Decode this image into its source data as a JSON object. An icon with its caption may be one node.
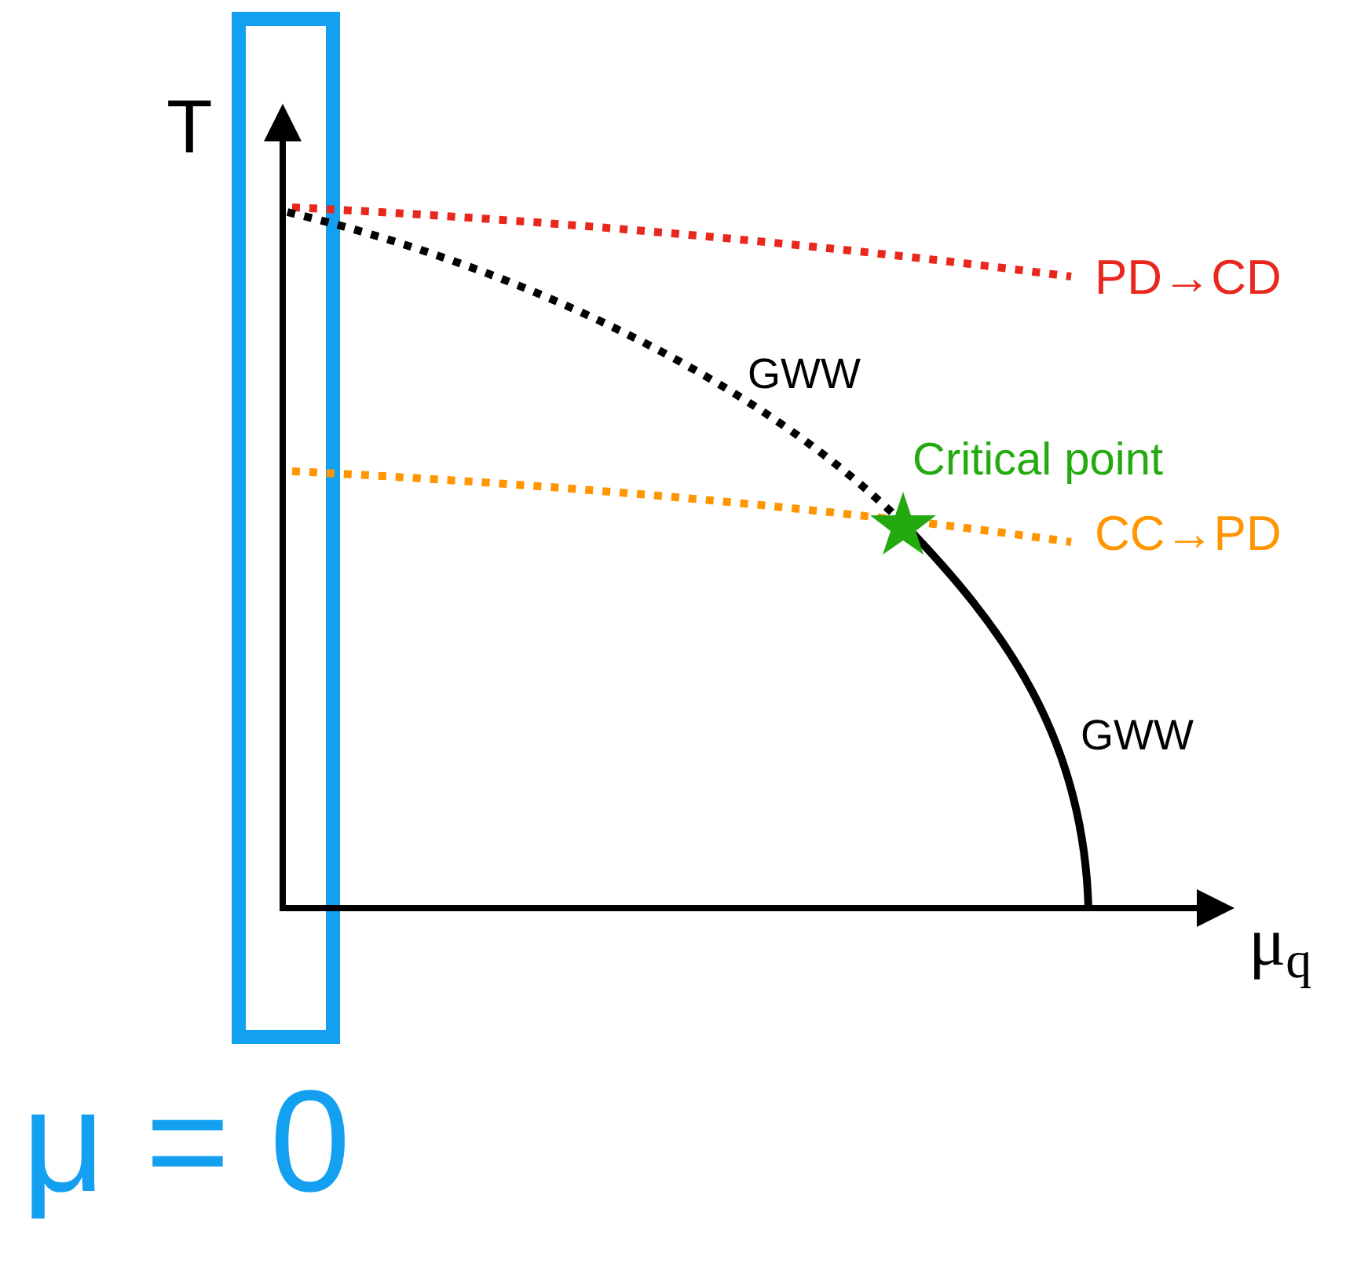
{
  "diagram": {
    "labels": [
      "T",
      "PD→CD",
      "GWW",
      "Critical point",
      "CC→PD",
      "GWW",
      "μ$_{q}$",
      "μ = 0"
    ]
  }
}
